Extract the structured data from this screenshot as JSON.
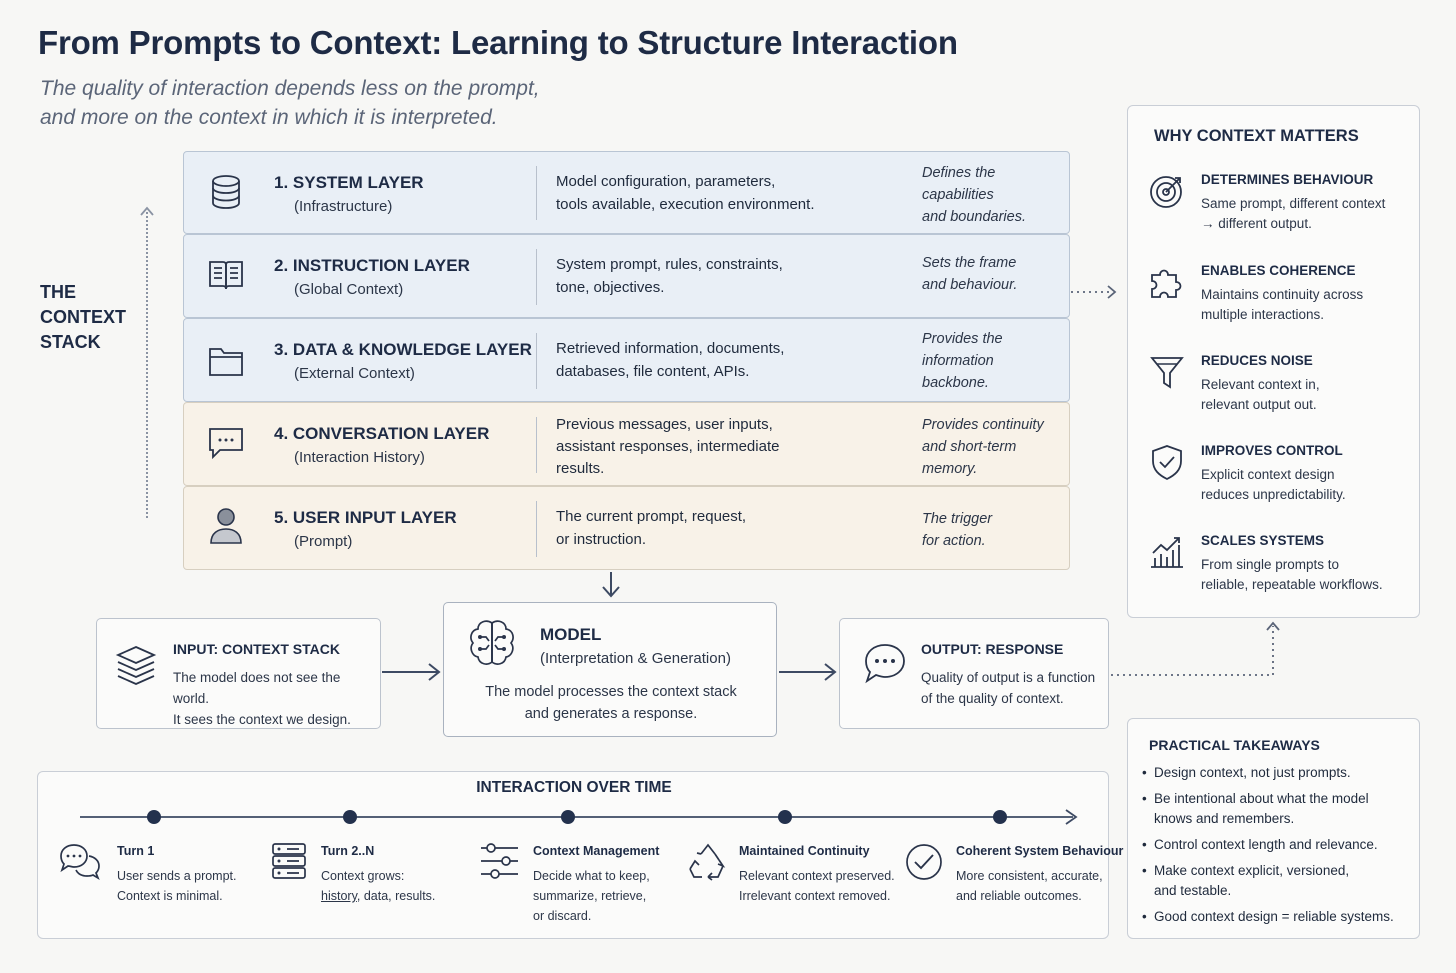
{
  "header": {
    "title": "From Prompts to Context: Learning to Structure Interaction",
    "subtitle_line1": "The quality of interaction depends less on the prompt,",
    "subtitle_line2": "and more on the context in which it is interpreted."
  },
  "stack_label": {
    "line1": "THE",
    "line2": "CONTEXT",
    "line3": "STACK"
  },
  "layers": [
    {
      "name": "1. SYSTEM LAYER",
      "sub": "(Infrastructure)",
      "desc1": "Model configuration, parameters,",
      "desc2": "tools available, execution environment.",
      "desc3": "",
      "role1": "Defines the",
      "role2": "capabilities",
      "role3": "and boundaries.",
      "icon": "database-icon"
    },
    {
      "name": "2. INSTRUCTION LAYER",
      "sub": "(Global Context)",
      "desc1": "System prompt, rules, constraints,",
      "desc2": "tone, objectives.",
      "desc3": "",
      "role1": "Sets the frame",
      "role2": "and behaviour.",
      "role3": "",
      "icon": "book-icon"
    },
    {
      "name": "3. DATA & KNOWLEDGE LAYER",
      "sub": "(External Context)",
      "desc1": "Retrieved information, documents,",
      "desc2": "databases, file content, APIs.",
      "desc3": "",
      "role1": "Provides the",
      "role2": "information",
      "role3": "backbone.",
      "icon": "folder-icon"
    },
    {
      "name": "4. CONVERSATION LAYER",
      "sub": "(Interaction History)",
      "desc1": "Previous messages, user inputs,",
      "desc2": "assistant responses, intermediate",
      "desc3": "results.",
      "role1": "Provides continuity",
      "role2": "and short-term",
      "role3": "memory.",
      "icon": "chat-icon"
    },
    {
      "name": "5. USER INPUT LAYER",
      "sub": "(Prompt)",
      "desc1": "The current prompt, request,",
      "desc2": "or instruction.",
      "desc3": "",
      "role1": "The trigger",
      "role2": "for action.",
      "role3": "",
      "icon": "user-icon"
    }
  ],
  "why": {
    "title": "WHY CONTEXT MATTERS",
    "items": [
      {
        "head": "DETERMINES BEHAVIOUR",
        "line1": "Same prompt, different context",
        "line2": "→ different output.",
        "icon": "target-icon"
      },
      {
        "head": "ENABLES COHERENCE",
        "line1": "Maintains continuity across",
        "line2": "multiple interactions.",
        "icon": "puzzle-icon"
      },
      {
        "head": "REDUCES NOISE",
        "line1": "Relevant context in,",
        "line2": "relevant output out.",
        "icon": "funnel-icon"
      },
      {
        "head": "IMPROVES CONTROL",
        "line1": "Explicit context design",
        "line2": "reduces unpredictability.",
        "icon": "shield-check-icon"
      },
      {
        "head": "SCALES SYSTEMS",
        "line1": "From single prompts to",
        "line2": "reliable, repeatable workflows.",
        "icon": "growth-chart-icon"
      }
    ]
  },
  "flow": {
    "input": {
      "head": "INPUT: CONTEXT STACK",
      "line1": "The model does not see the world.",
      "line2": "It sees the context we design.",
      "icon": "layers-icon"
    },
    "model": {
      "head": "MODEL",
      "sub": "(Interpretation & Generation)",
      "line1": "The model processes the context stack",
      "line2": "and generates a response.",
      "icon": "brain-icon"
    },
    "output": {
      "head": "OUTPUT: RESPONSE",
      "line1": "Quality of output is a function",
      "line2": "of the quality of context.",
      "icon": "speech-bubble-icon"
    }
  },
  "takeaways": {
    "title": "PRACTICAL TAKEAWAYS",
    "items": [
      {
        "line1": "Design context, not just prompts.",
        "line2": ""
      },
      {
        "line1": "Be intentional about what the model",
        "line2": "knows and remembers."
      },
      {
        "line1": "Control context length and relevance.",
        "line2": ""
      },
      {
        "line1": "Make context explicit, versioned,",
        "line2": "and testable."
      },
      {
        "line1": "Good context design = reliable systems.",
        "line2": ""
      }
    ]
  },
  "timeline": {
    "title": "INTERACTION OVER TIME",
    "items": [
      {
        "head": "Turn 1",
        "line1": "User sends a prompt.",
        "line2": "Context is minimal.",
        "line3": "",
        "icon": "chat-bubbles-icon"
      },
      {
        "head": "Turn 2..N",
        "line1": "Context grows:",
        "line2a": "history",
        "line2b": ", data, results.",
        "line3": "",
        "icon": "server-stack-icon"
      },
      {
        "head": "Context Management",
        "line1": "Decide what to keep,",
        "line2": "summarize, retrieve,",
        "line3": "or discard.",
        "icon": "sliders-icon"
      },
      {
        "head": "Maintained Continuity",
        "line1": "Relevant context preserved.",
        "line2": "Irrelevant context removed.",
        "line3": "",
        "icon": "recycle-icon"
      },
      {
        "head": "Coherent System Behaviour",
        "line1": "More consistent, accurate,",
        "line2": "and reliable outcomes.",
        "line3": "",
        "icon": "check-circle-icon"
      }
    ]
  },
  "colors": {
    "navy": "#1e2b45",
    "arrow": "#3d4a63",
    "layer_blue": "#e9eff6",
    "layer_cream": "#f8f2e8"
  }
}
